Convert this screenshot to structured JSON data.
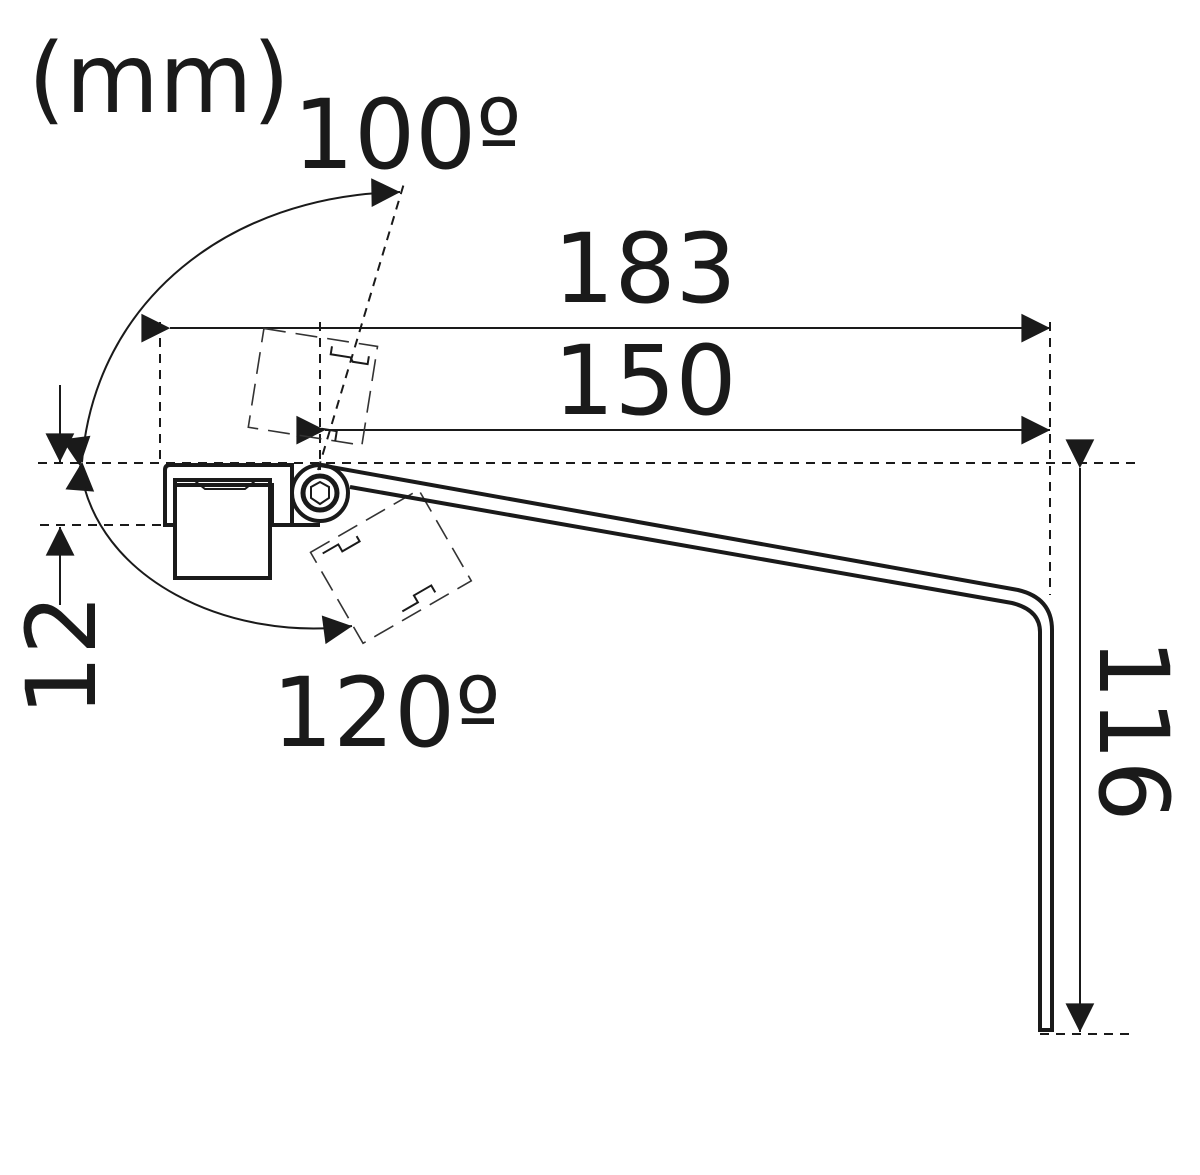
{
  "drawing": {
    "unit_label": "(mm)",
    "angle_open": "100º",
    "angle_down": "120º",
    "dim_total_length": "183",
    "dim_arm_length": "150",
    "dim_offset": "12",
    "dim_drop": "116"
  }
}
